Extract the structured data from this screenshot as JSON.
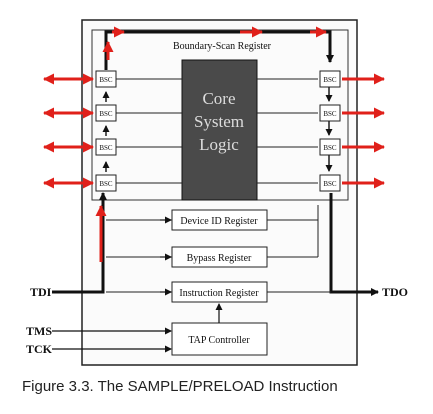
{
  "diagram": {
    "boundary_scan_register_label": "Boundary-Scan Register",
    "core_logic": {
      "line1": "Core",
      "line2": "System",
      "line3": "Logic"
    },
    "bsc_cell_label": "BSC",
    "registers": {
      "device_id": "Device ID Register",
      "bypass": "Bypass Register",
      "instruction": "Instruction Register",
      "tap_controller": "TAP Controller"
    },
    "pins": {
      "tdi": "TDI",
      "tdo": "TDO",
      "tms": "TMS",
      "tck": "TCK"
    },
    "colors": {
      "highlight": "#e0201a",
      "path": "#111111",
      "core_fill": "#4a4a4a"
    }
  },
  "caption": "Figure 3.3.  The SAMPLE/PRELOAD Instruction"
}
